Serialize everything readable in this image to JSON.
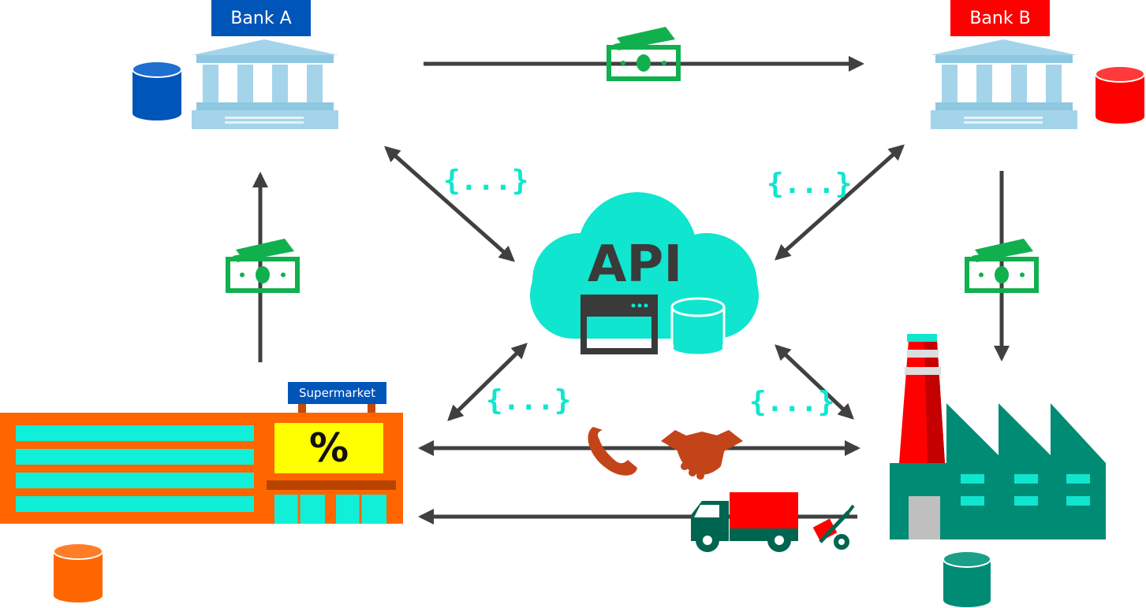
{
  "labels": {
    "bank_a": "Bank A",
    "bank_b": "Bank B",
    "supermarket": "Supermarket",
    "api": "API",
    "percent": "%"
  },
  "json_markers": [
    "{...}",
    "{...}",
    "{...}",
    "{...}"
  ],
  "icons": {
    "bank": "bank-building-icon",
    "database": "database-icon",
    "money": "banknote-icon",
    "cloud": "cloud-icon",
    "browser": "browser-window-icon",
    "phone": "phone-icon",
    "handshake": "handshake-icon",
    "truck": "delivery-truck-icon",
    "hand_truck": "hand-truck-icon",
    "factory": "factory-icon",
    "supermarket": "supermarket-icon"
  },
  "colors": {
    "bank_a": "#0055b8",
    "bank_b": "#ff0000",
    "supermarket": "#ff6600",
    "factory": "#008b74",
    "cloud": "#10e5cf",
    "money": "#11b04f",
    "arrow": "#404040",
    "building": "#a4d4ea"
  }
}
